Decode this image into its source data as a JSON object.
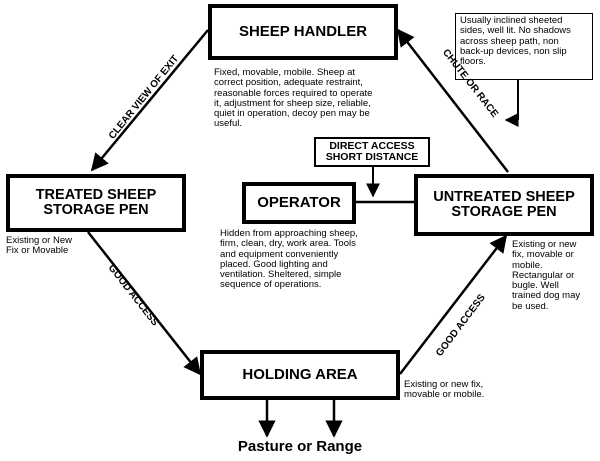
{
  "nodes": {
    "sheep_handler": "SHEEP HANDLER",
    "treated_pen": [
      "TREATED SHEEP",
      "STORAGE PEN"
    ],
    "operator": "OPERATOR",
    "untreated_pen": [
      "UNTREATED SHEEP",
      "STORAGE PEN"
    ],
    "holding_area": "HOLDING AREA",
    "direct_access": [
      "DIRECT ACCESS",
      "SHORT DISTANCE"
    ]
  },
  "edges": {
    "clear_view": "CLEAR VIEW OF EXIT",
    "chute_or_race": "CHUTE OR RACE",
    "good_access_left": "GOOD ACCESS",
    "good_access_right": "GOOD ACCESS"
  },
  "notes": {
    "chute_note": [
      "Usually inclined sheeted",
      "sides, well lit.  No shadows",
      "across sheep path, non",
      "back-up devices, non slip",
      "floors."
    ],
    "handler_note": [
      "Fixed, movable, mobile.  Sheep at",
      "correct position, adequate restraint,",
      "reasonable forces required to operate",
      "it, adjustment for sheep size, reliable,",
      "quiet in operation, decoy pen may be",
      "useful."
    ],
    "treated_note": [
      "Existing or New",
      "Fix or Movable"
    ],
    "operator_note": [
      "Hidden from approaching sheep,",
      "firm, clean, dry, work area.  Tools",
      "and equipment conveniently",
      "placed.  Good lighting and",
      "ventilation.  Sheltered, simple",
      "sequence of operations."
    ],
    "untreated_note": [
      "Existing or new",
      "fix, movable or",
      "mobile.",
      "Rectangular or",
      "bugle.  Well",
      "trained dog may",
      "be used."
    ],
    "holding_note": [
      "Existing or new fix,",
      "movable or mobile."
    ]
  },
  "exit_label": "Pasture or Range"
}
